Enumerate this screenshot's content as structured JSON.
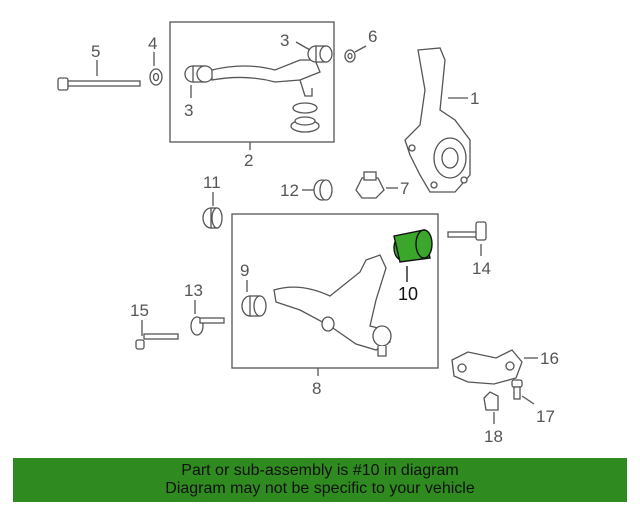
{
  "callouts": {
    "c1": "1",
    "c2": "2",
    "c3a": "3",
    "c3b": "3",
    "c4": "4",
    "c5": "5",
    "c6": "6",
    "c7": "7",
    "c8": "8",
    "c9": "9",
    "c10": "10",
    "c11": "11",
    "c12": "12",
    "c13": "13",
    "c14": "14",
    "c15": "15",
    "c16": "16",
    "c17": "17",
    "c18": "18"
  },
  "highlighted_part": "10",
  "colors": {
    "banner": "#2f8a1f",
    "highlight": "#3aa62a",
    "line": "#555555"
  },
  "footer": {
    "line1": "Part or sub-assembly is #10 in diagram",
    "line2": "Diagram may not be specific to your vehicle"
  }
}
